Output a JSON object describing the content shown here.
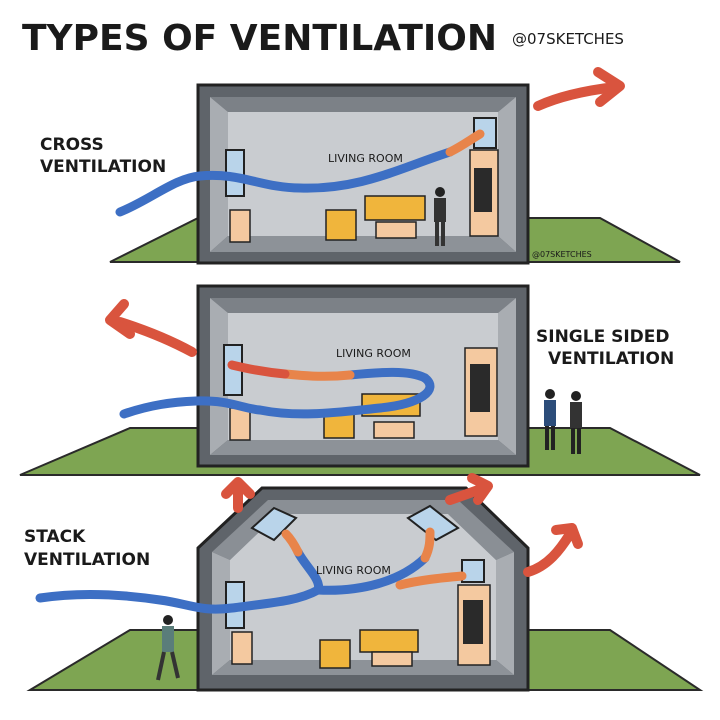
{
  "title": "TYPES OF VENTILATION",
  "handle": "@07SKETCHES",
  "watermark": "@07SKETCHES",
  "panels": [
    {
      "label_lines": [
        "CROSS",
        "VENTILATION"
      ],
      "room_label": "LIVING ROOM"
    },
    {
      "label_lines": [
        "SINGLE SIDED",
        "VENTILATION"
      ],
      "room_label": "LIVING ROOM"
    },
    {
      "label_lines": [
        "STACK",
        "VENTILATION"
      ],
      "room_label": "LIVING ROOM"
    }
  ],
  "colors": {
    "cool_air": "#3d6fc4",
    "warm_air": "#e8844a",
    "hot_air": "#d9543e",
    "grass": "#7ea552",
    "wall_dark": "#6e7379",
    "wall_light": "#c9ccd0",
    "floor": "#8d9298",
    "sofa": "#f0b53c",
    "window_glass": "#b9d4ea"
  }
}
